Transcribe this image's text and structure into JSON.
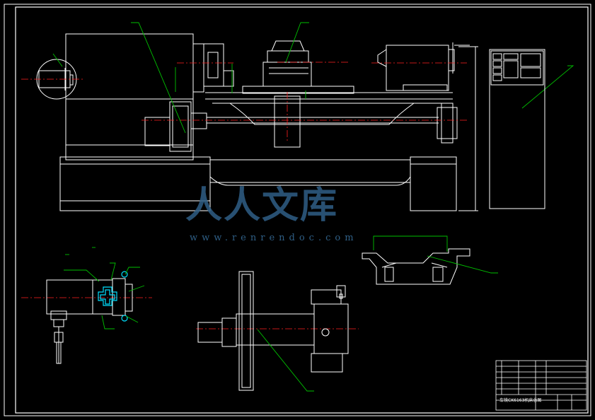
{
  "colors": {
    "background": "#000000",
    "outline": "#ffffff",
    "leader": "#00c000",
    "centerline": "#ff2020",
    "accent": "#00e0ff",
    "watermark": "#2f5f86"
  },
  "watermark": {
    "brand_cn": "人人文库",
    "url": "www.renrendoc.com"
  },
  "title_block": {
    "drawing_title": "车铣CK6163机床总图"
  }
}
